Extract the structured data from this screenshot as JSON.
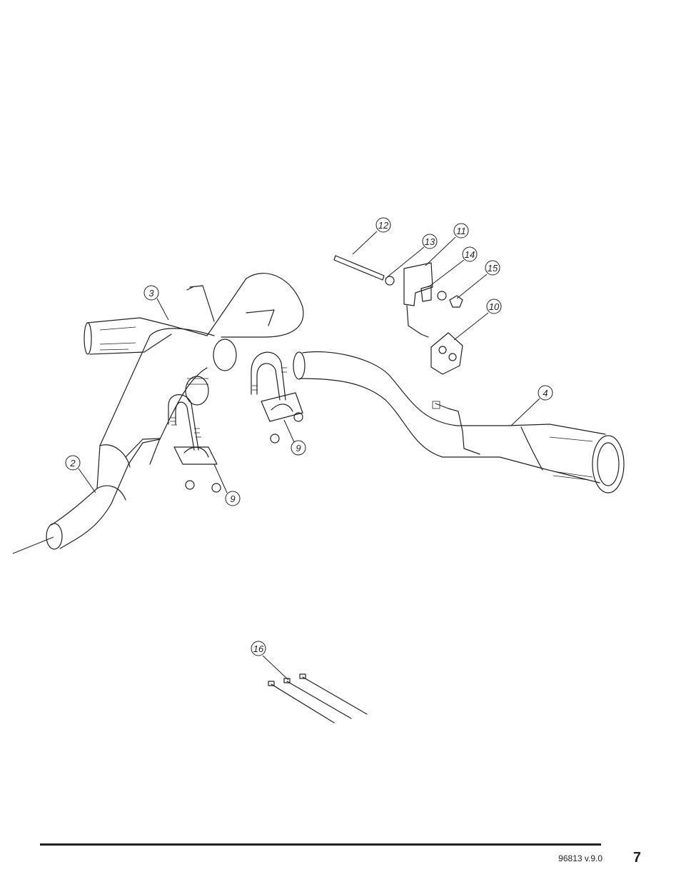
{
  "callouts": [
    {
      "id": "c2",
      "label": "2"
    },
    {
      "id": "c3",
      "label": "3"
    },
    {
      "id": "c4",
      "label": "4"
    },
    {
      "id": "c9a",
      "label": "9"
    },
    {
      "id": "c9b",
      "label": "9"
    },
    {
      "id": "c10",
      "label": "10"
    },
    {
      "id": "c11",
      "label": "11"
    },
    {
      "id": "c12",
      "label": "12"
    },
    {
      "id": "c13",
      "label": "13"
    },
    {
      "id": "c14",
      "label": "14"
    },
    {
      "id": "c15",
      "label": "15"
    },
    {
      "id": "c16",
      "label": "16"
    }
  ],
  "footer": {
    "doc_id": "96813 v.9.0",
    "page_number": "7"
  }
}
